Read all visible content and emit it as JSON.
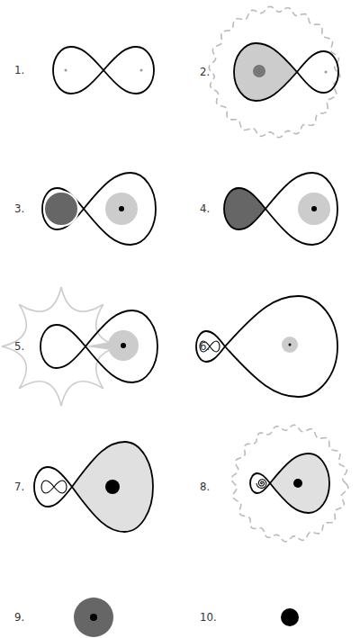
{
  "diagram": {
    "labels": [
      "1.",
      "2.",
      "3.",
      "4.",
      "5.",
      "6.",
      "7.",
      "8.",
      "9.",
      "10."
    ]
  }
}
